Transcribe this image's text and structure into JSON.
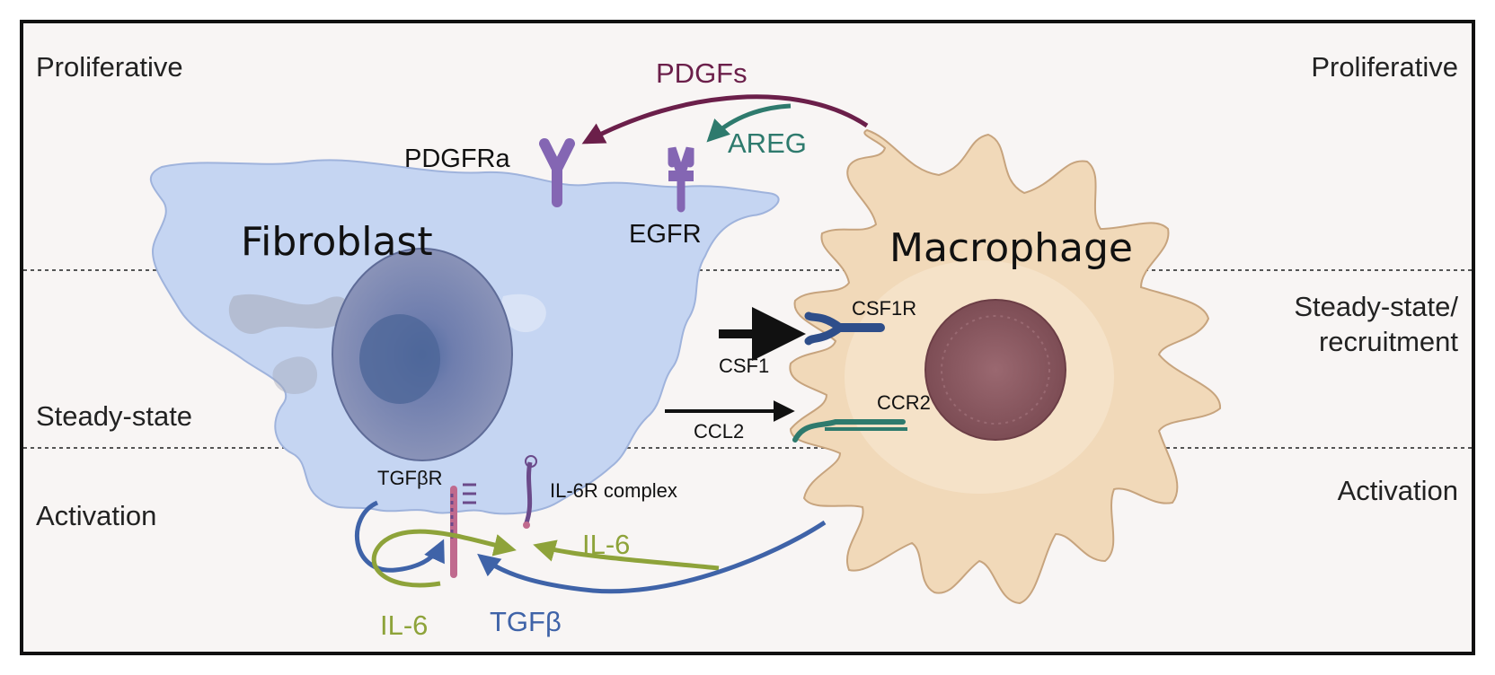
{
  "zones": {
    "proliferative_left": "Proliferative",
    "proliferative_right": "Proliferative",
    "steady_state_left": "Steady-state",
    "steady_state_recruitment_line1": "Steady-state/",
    "steady_state_recruitment_line2": "recruitment",
    "activation_left": "Activation",
    "activation_right": "Activation"
  },
  "cells": {
    "fibroblast": "Fibroblast",
    "macrophage": "Macrophage"
  },
  "signals": {
    "pdgfs": "PDGFs",
    "areg": "AREG",
    "csf1": "CSF1",
    "ccl2": "CCL2",
    "il6_right": "IL-6",
    "il6_bottom": "IL-6",
    "tgfb": "TGFβ"
  },
  "receptors": {
    "pdgfra": "PDGFRa",
    "egfr": "EGFR",
    "csf1r": "CSF1R",
    "ccr2": "CCR2",
    "tgfbr": "TGFβR",
    "il6r_complex": "IL-6R complex"
  },
  "colors": {
    "background": "#f8f5f4",
    "frame": "#111111",
    "fibroblast_fill": "#c5d5f2",
    "fibroblast_nucleus": "#7c87b0",
    "macrophage_fill": "#f1d9b9",
    "macrophage_nucleus": "#8d5a60",
    "pdgf_arrow": "#6b1f4a",
    "areg_arrow": "#2e7a6d",
    "receptor_purple": "#8466b3",
    "il6_arrow": "#8ea33a",
    "tgfb_arrow": "#3f63a8",
    "ccr2_teal": "#2e7a6d",
    "csf1r_blue": "#2e4e8a"
  }
}
